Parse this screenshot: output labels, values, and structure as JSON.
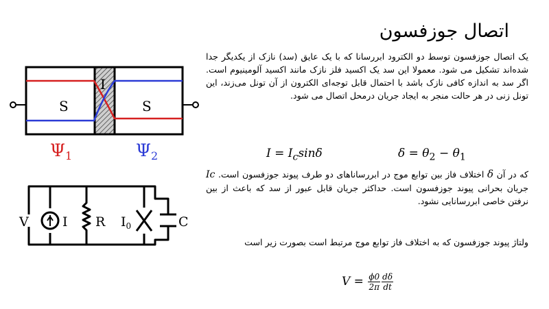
{
  "title": "اتصال جوزفسون",
  "paragraph1": "یک اتصال جوزفسون توسط دو الکترود ابررسانا که با یک عایق (سد) نازک از یکدیگر جدا شده‌اند تشکیل می شود. معمولا این سد یک اکسید فلز نازک مانند اکسید آلومینیوم است. اگر سد به اندازه کافی نازک باشد با احتمال قابل توجه‌ای الکترون از آن تونل می‌زند، این تونل زنی در هر حالت منجر به ایجاد جریان درمحل اتصال می شود.",
  "equations": {
    "eq1": {
      "lhs": "I",
      "eq": " = ",
      "rhs_var": "I",
      "rhs_sub": "c",
      "rhs_rest": "sinδ"
    },
    "eq2": {
      "lhs": "δ = ",
      "t1": "θ",
      "t1_sub": "2",
      "minus": " − ",
      "t2": "θ",
      "t2_sub": "1"
    },
    "eq3": {
      "lhs": "V = ",
      "frac1_num": "ϕ0",
      "frac1_den": "2π",
      "frac2_num": "dδ",
      "frac2_den": "dt"
    }
  },
  "paragraph2": {
    "part1": "که در آن ",
    "delta": "δ",
    "part2": " اختلاف فاز بین توابع موج در ابررساناهای دو طرف پیوند جوزفسون است. ",
    "ic": "Ic",
    "part3": " جریان بحرانی پیوند جوزفسون است. حداکثر جریان قابل عبور از سد که باعث از بین نرفتن خاصی ابررسانایی نشود."
  },
  "paragraph3": "ولتاژ پیوند جوزفسون که به اختلاف فاز توابع موج مرتبط است بصورت زیر است",
  "diagram1": {
    "left_label": "S",
    "right_label": "S",
    "barrier_label": "I",
    "psi1": "Ψ",
    "psi1_sub": "1",
    "psi2": "Ψ",
    "psi2_sub": "2",
    "psi1_color": "#d62020",
    "psi2_color": "#2b3bd6"
  },
  "diagram2": {
    "v_label": "V",
    "i_label": "I",
    "r_label": "R",
    "i0_label": "I",
    "i0_sub": "0",
    "c_label": "C"
  }
}
